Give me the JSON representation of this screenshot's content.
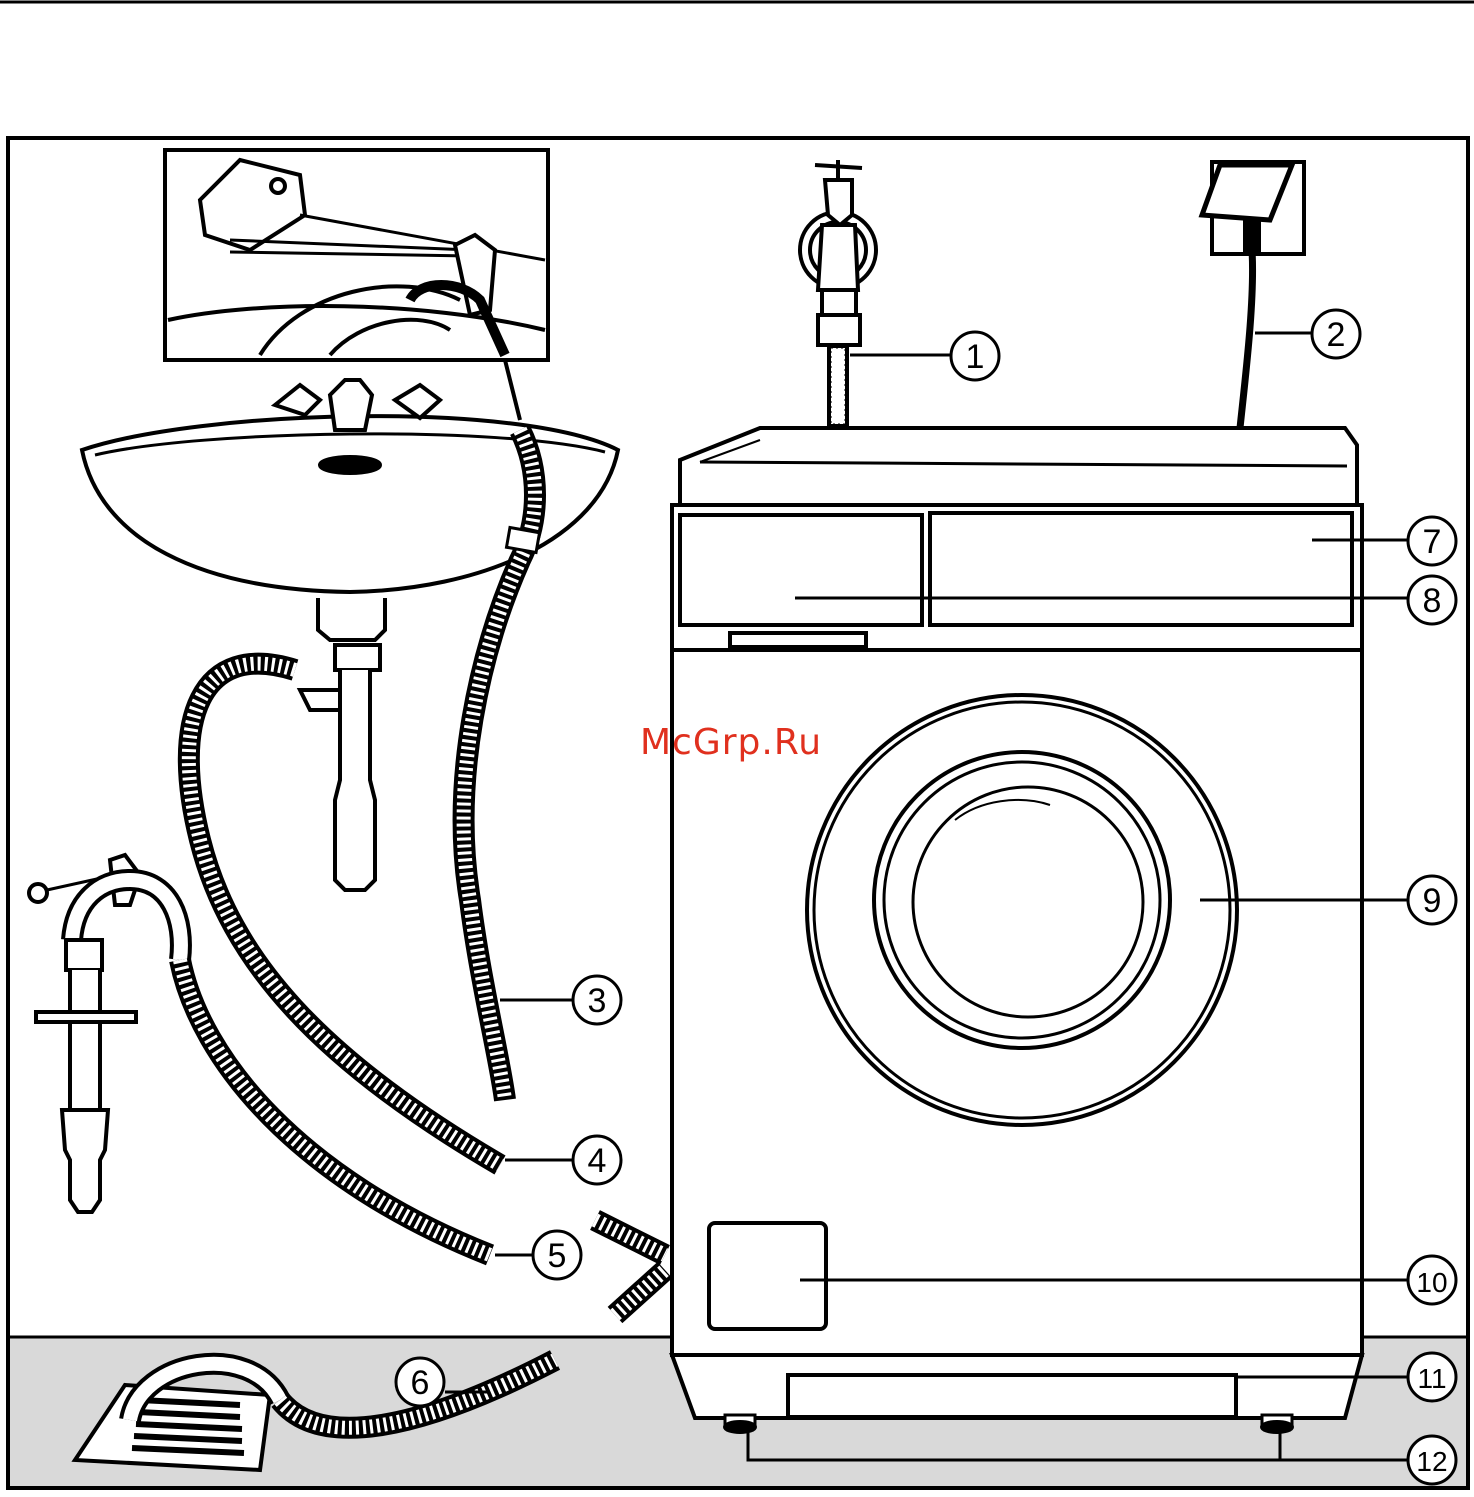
{
  "watermark": {
    "text": "McGrp.Ru",
    "color": "#e0301e"
  },
  "colors": {
    "floor": "#d9d9d9",
    "line": "#000000",
    "background": "#ffffff"
  },
  "callouts": [
    {
      "id": "1",
      "label": "1"
    },
    {
      "id": "2",
      "label": "2"
    },
    {
      "id": "3",
      "label": "3"
    },
    {
      "id": "4",
      "label": "4"
    },
    {
      "id": "5",
      "label": "5"
    },
    {
      "id": "6",
      "label": "6"
    },
    {
      "id": "7",
      "label": "7"
    },
    {
      "id": "8",
      "label": "8"
    },
    {
      "id": "9",
      "label": "9"
    },
    {
      "id": "10",
      "label": "10"
    },
    {
      "id": "11",
      "label": "11"
    },
    {
      "id": "12",
      "label": "12"
    }
  ]
}
